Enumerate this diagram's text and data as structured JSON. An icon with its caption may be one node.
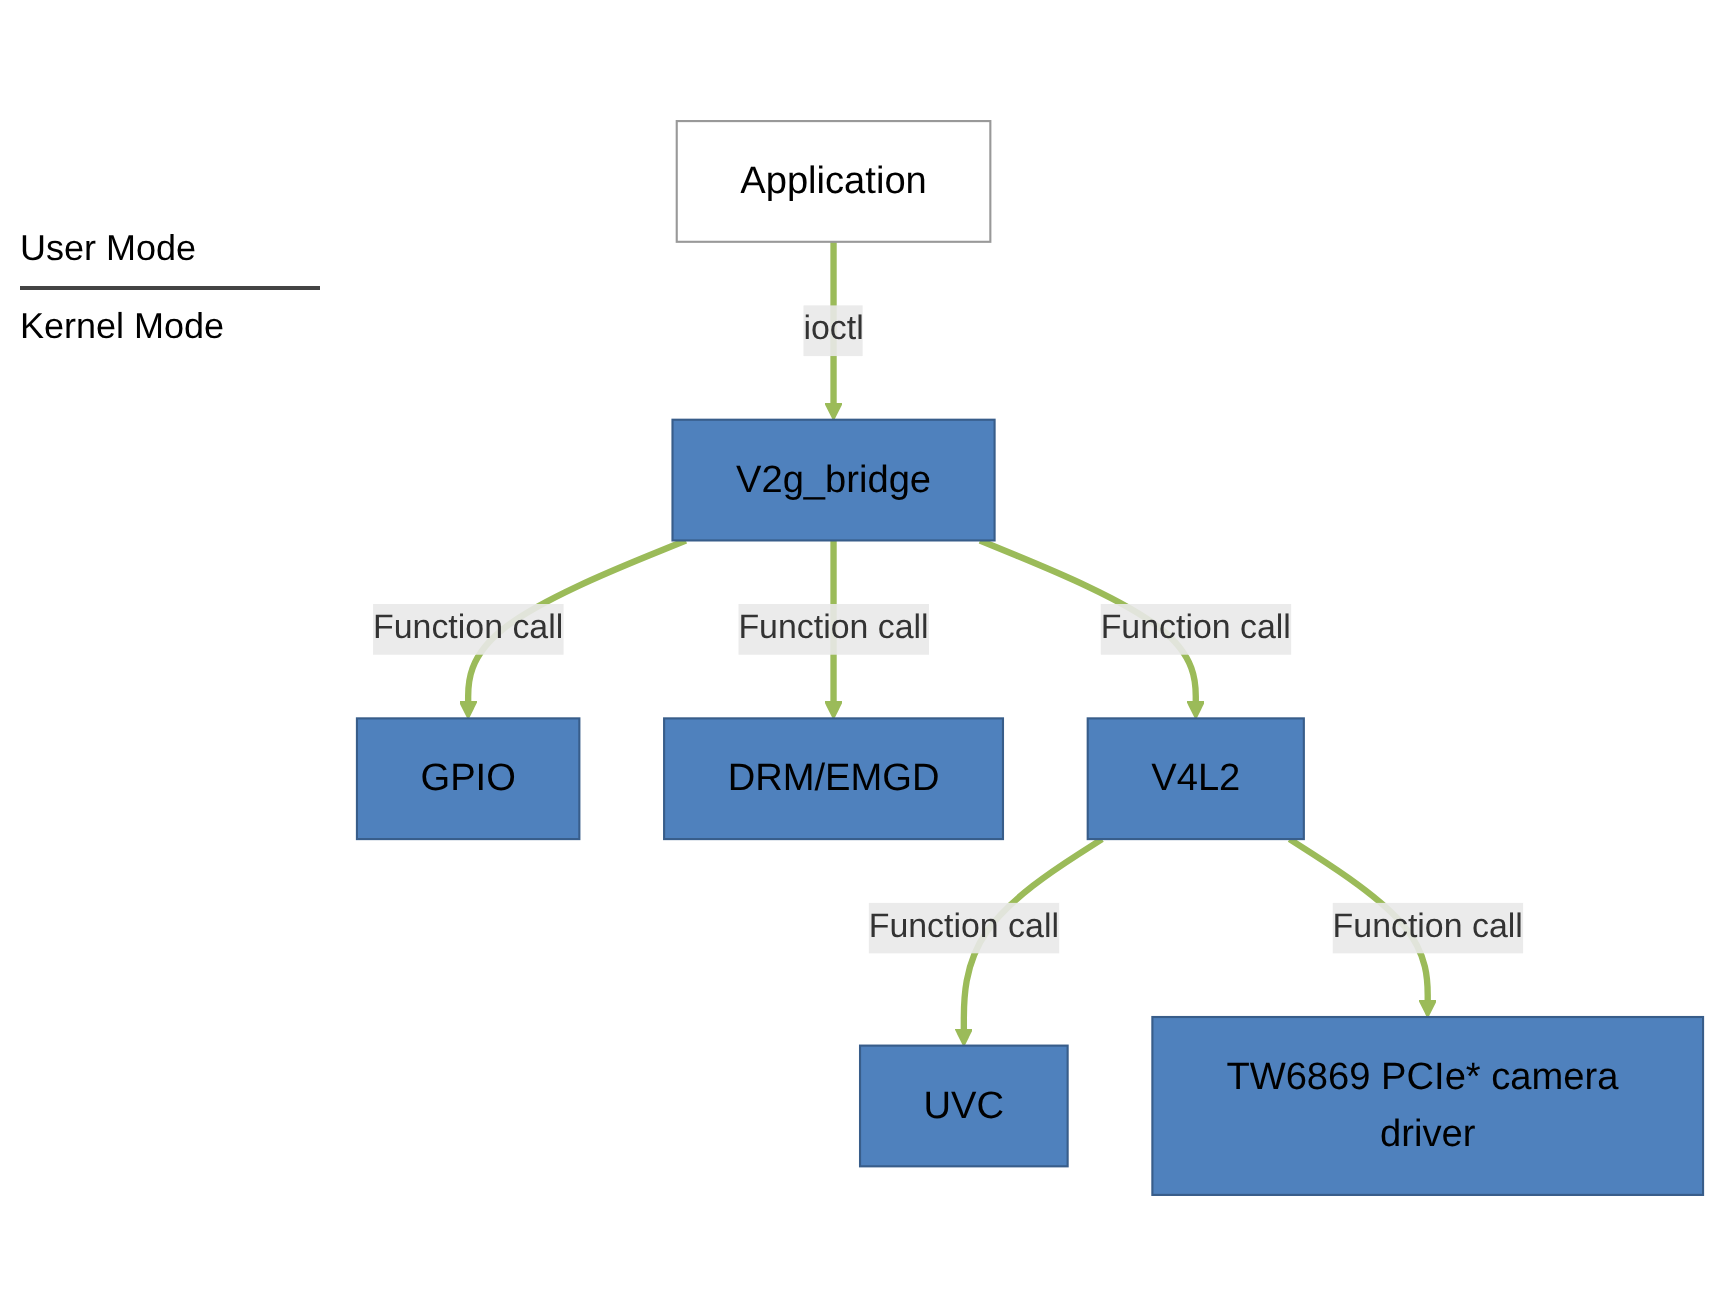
{
  "diagram": {
    "nodes": [
      {
        "text": [
          "Application"
        ]
      },
      {
        "text": [
          "V2g_bridge"
        ]
      },
      {
        "text": [
          "GPIO"
        ]
      },
      {
        "text": [
          "DRM/EMGD"
        ]
      },
      {
        "text": [
          "V4L2"
        ]
      },
      {
        "text": [
          "UVC"
        ]
      },
      {
        "text": [
          "TW6869 PCIe* camera driver"
        ]
      }
    ],
    "edges": [
      {
        "from": 0,
        "to": 1,
        "arrow": "to",
        "label": "ioctl"
      },
      {
        "from": 1,
        "to": 2,
        "arrow": "to",
        "label": "Function call"
      },
      {
        "from": 1,
        "to": 3,
        "arrow": "to",
        "label": "Function call"
      },
      {
        "from": 1,
        "to": 4,
        "arrow": "to",
        "label": "Function call"
      },
      {
        "from": 4,
        "to": 5,
        "arrow": "to",
        "label": "Function call"
      },
      {
        "from": 4,
        "to": 6,
        "arrow": "to",
        "label": "Function call"
      }
    ],
    "labels": [
      "User Mode",
      "Kernel Mode"
    ]
  }
}
